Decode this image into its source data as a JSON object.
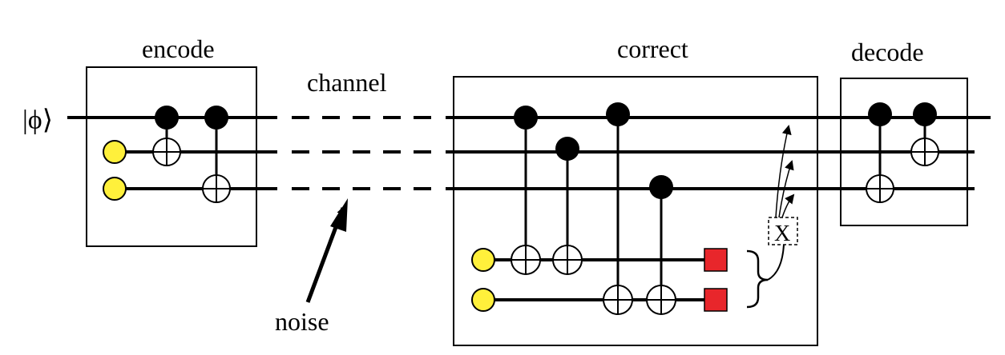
{
  "labels": {
    "input_state": "|ϕ⟩",
    "encode": "encode",
    "channel": "channel",
    "noise": "noise",
    "correct": "correct",
    "decode": "decode",
    "x_gate": "X"
  },
  "colors": {
    "ancilla": "#fff03b",
    "measurement": "#e8262b",
    "line": "#000000"
  }
}
